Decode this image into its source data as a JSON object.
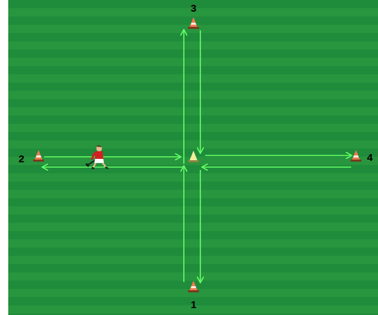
{
  "diagram": {
    "labels": [
      "3",
      "2",
      "4",
      "1"
    ]
  }
}
